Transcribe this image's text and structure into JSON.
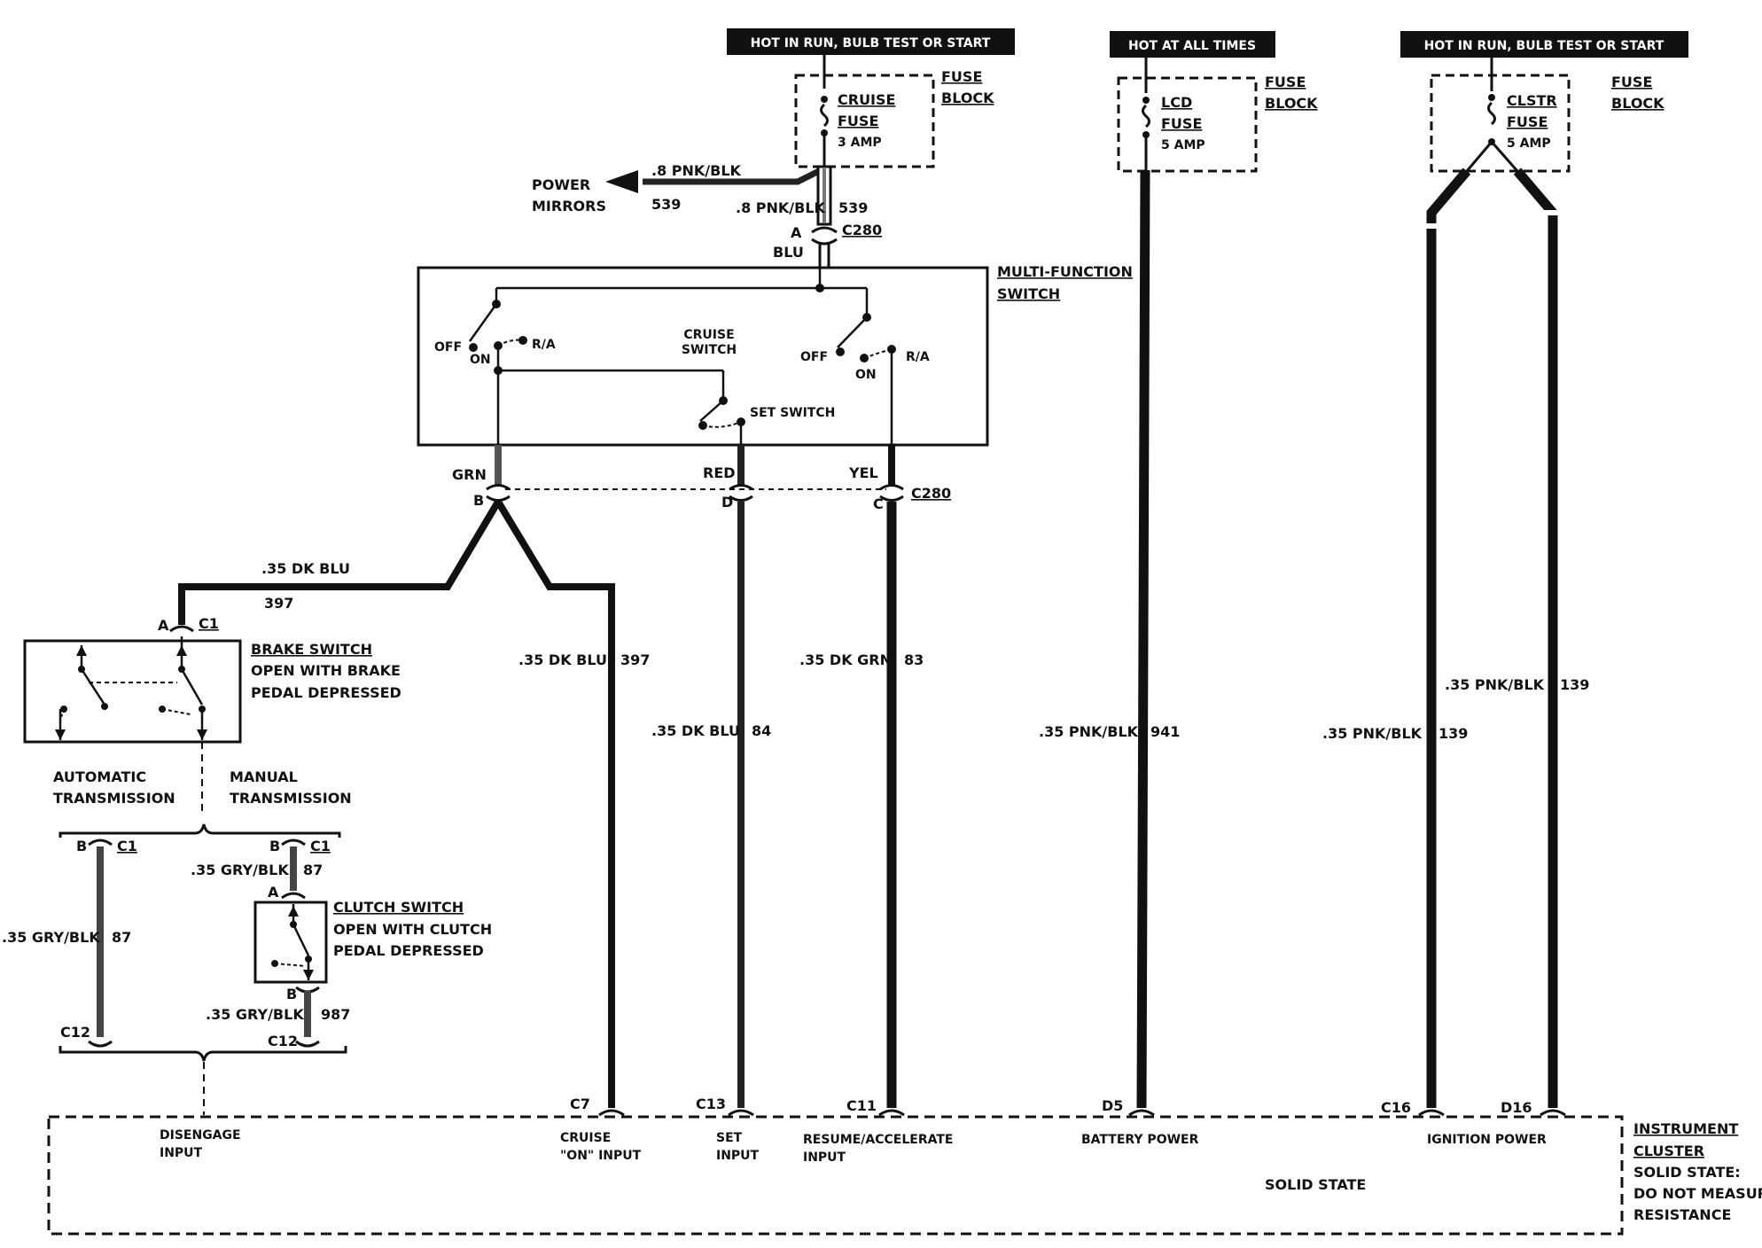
{
  "power_sources": {
    "src1": "HOT IN RUN, BULB TEST OR START",
    "src2": "HOT AT ALL TIMES",
    "src3": "HOT IN RUN, BULB TEST OR START"
  },
  "fuse_blocks": {
    "fb1": {
      "label_line1": "FUSE",
      "label_line2": "BLOCK",
      "name_line1": "CRUISE",
      "name_line2": "FUSE",
      "rating": "3 AMP"
    },
    "fb2": {
      "label_line1": "FUSE",
      "label_line2": "BLOCK",
      "name_line1": "LCD",
      "name_line2": "FUSE",
      "rating": "5 AMP"
    },
    "fb3": {
      "label_line1": "FUSE",
      "label_line2": "BLOCK",
      "name_line1": "CLSTR",
      "name_line2": "FUSE",
      "rating": "5 AMP"
    }
  },
  "power_mirrors": {
    "line1": "POWER",
    "line2": "MIRRORS",
    "wire_label": ".8 PNK/BLK",
    "circuit": "539"
  },
  "wire_539": {
    "color_label": ".8 PNK/BLK",
    "circuit": "539"
  },
  "c280_top": {
    "connector": "C280",
    "pin": "A",
    "color": "BLU"
  },
  "multi_function_switch": {
    "line1": "MULTI-FUNCTION",
    "line2": "SWITCH",
    "cruise_line1": "CRUISE",
    "cruise_line2": "SWITCH",
    "off_left": "OFF",
    "on_left": "ON",
    "ra_left": "R/A",
    "off_right": "OFF",
    "on_right": "ON",
    "ra_right": "R/A",
    "set_switch": "SET SWITCH"
  },
  "c280_bottom": {
    "connector": "C280",
    "grn": "GRN",
    "red": "RED",
    "yel": "YEL",
    "pin_b": "B",
    "pin_d": "D",
    "pin_c": "C"
  },
  "wires": {
    "w397_top": {
      "color_label": ".35 DK BLU",
      "circuit": "397"
    },
    "w397": {
      "color_label": ".35 DK BLU",
      "circuit": "397"
    },
    "w84": {
      "color_label": ".35 DK BLU",
      "circuit": "84"
    },
    "w83": {
      "color_label": ".35 DK GRN",
      "circuit": "83"
    },
    "w941": {
      "color_label": ".35 PNK/BLK",
      "circuit": "941"
    },
    "w139a": {
      "color_label": ".35 PNK/BLK",
      "circuit": "139"
    },
    "w139b": {
      "color_label": ".35 PNK/BLK",
      "circuit": "139"
    },
    "w87a": {
      "color_label": ".35 GRY/BLK",
      "circuit": "87"
    },
    "w87b": {
      "color_label": ".35 GRY/BLK",
      "circuit": "87"
    },
    "w987": {
      "color_label": ".35 GRY/BLK",
      "circuit": "987"
    }
  },
  "brake_switch": {
    "title": "BRAKE SWITCH",
    "line2": "OPEN WITH BRAKE",
    "line3": "PEDAL DEPRESSED",
    "pin": "A",
    "connector": "C1"
  },
  "transmission": {
    "auto_line1": "AUTOMATIC",
    "auto_line2": "TRANSMISSION",
    "man_line1": "MANUAL",
    "man_line2": "TRANSMISSION"
  },
  "c1_lower": {
    "pin_left": "B",
    "conn_left": "C1",
    "pin_right": "B",
    "conn_right": "C1"
  },
  "clutch_switch": {
    "title": "CLUTCH SWITCH",
    "line2": "OPEN WITH CLUTCH",
    "line3": "PEDAL DEPRESSED",
    "pin_top": "A",
    "pin_bottom": "B"
  },
  "c12": {
    "left": "C12",
    "right": "C12"
  },
  "cluster_connectors": {
    "c7": "C7",
    "c13": "C13",
    "c11": "C11",
    "d5": "D5",
    "c16": "C16",
    "d16": "D16"
  },
  "cluster_inputs": {
    "disengage_1": "DISENGAGE",
    "disengage_2": "INPUT",
    "cruise_on_1": "CRUISE",
    "cruise_on_2": "\"ON\" INPUT",
    "set_1": "SET",
    "set_2": "INPUT",
    "resume_1": "RESUME/ACCELERATE",
    "resume_2": "INPUT",
    "battery": "BATTERY POWER",
    "ignition": "IGNITION POWER",
    "solid_state": "SOLID STATE"
  },
  "instrument_cluster": {
    "line1": "INSTRUMENT",
    "line2": "CLUSTER",
    "line3": "SOLID STATE:",
    "line4": "DO NOT MEASURE",
    "line5": "RESISTANCE"
  }
}
